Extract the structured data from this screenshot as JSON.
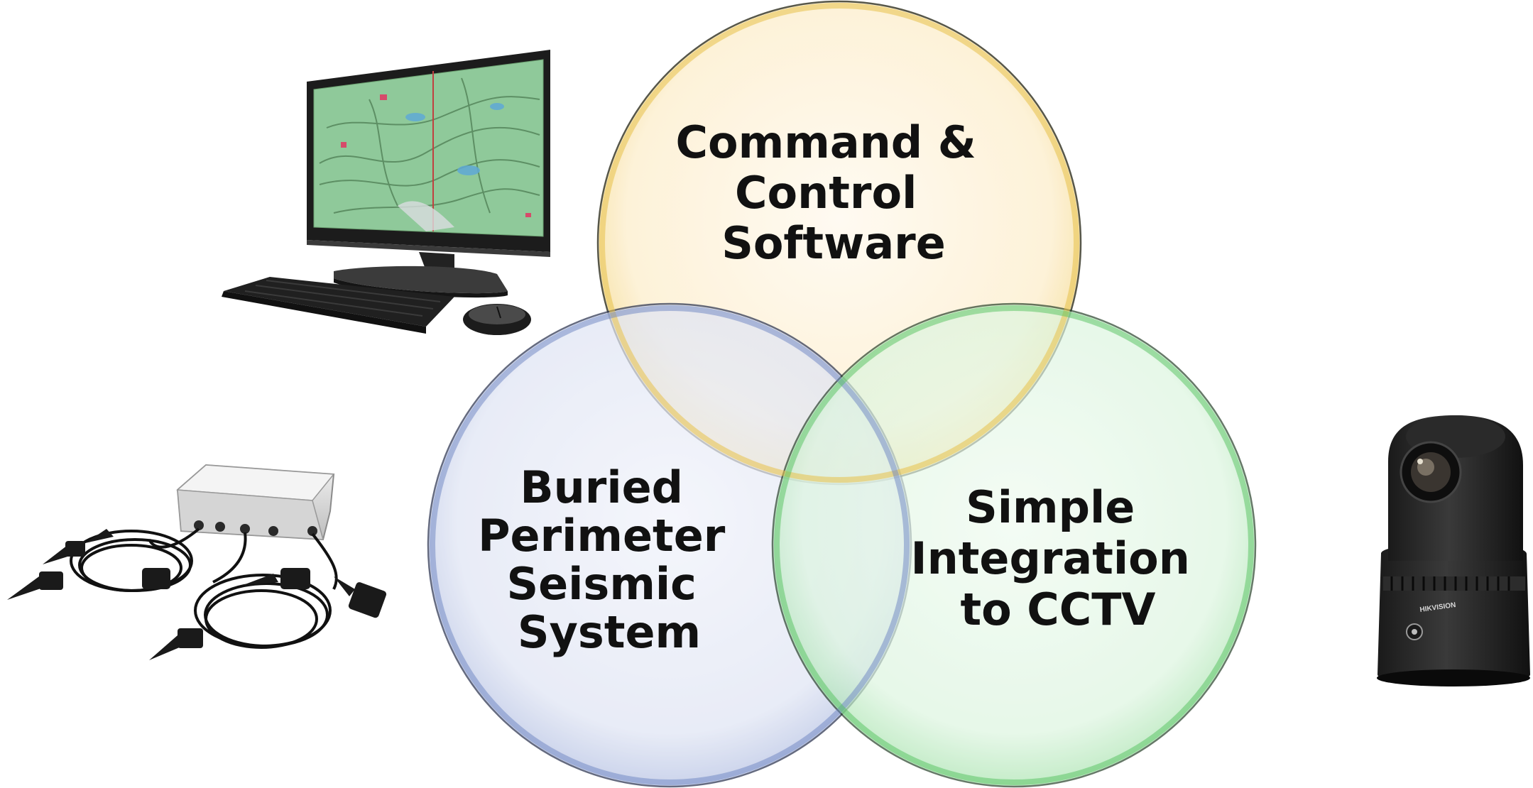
{
  "venn": {
    "circles": [
      {
        "id": "command-control",
        "lines": [
          "Command &",
          "Control",
          "Software"
        ],
        "stroke": "#c9a21c",
        "fill": "#fdf1d6"
      },
      {
        "id": "seismic",
        "lines": [
          "Buried",
          "Perimeter",
          "Seismic",
          "System"
        ],
        "stroke": "#3c5a9a",
        "fill": "#dfe4f4"
      },
      {
        "id": "cctv",
        "lines": [
          "Simple",
          "Integration",
          "to CCTV"
        ],
        "stroke": "#3eb049",
        "fill": "#dcf5df"
      }
    ]
  },
  "images": {
    "computer": {
      "icon": "desktop-computer-icon",
      "screen_color": "#7fbf8a"
    },
    "sensors": {
      "icon": "seismic-sensor-kit-icon"
    },
    "camera": {
      "icon": "ptz-camera-icon",
      "brand_text": "HIKVISION"
    }
  }
}
